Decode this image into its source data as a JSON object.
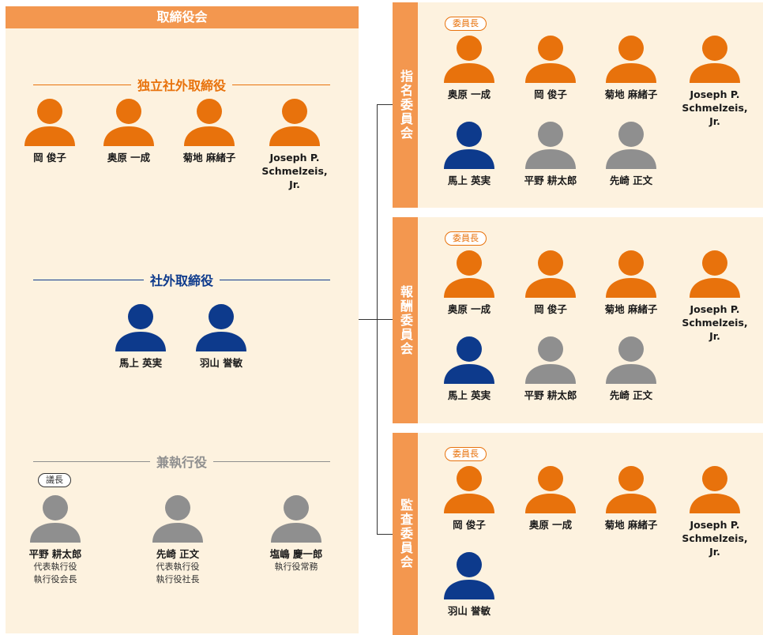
{
  "board": {
    "title": "取締役会",
    "sections": [
      {
        "title": "独立社外取締役",
        "color": "#e8720c",
        "members": [
          {
            "name": "岡 俊子",
            "color": "#e8720c"
          },
          {
            "name": "奥原 一成",
            "color": "#e8720c"
          },
          {
            "name": "菊地 麻緒子",
            "color": "#e8720c"
          },
          {
            "name": "Joseph P. Schmelzeis, Jr.",
            "color": "#e8720c"
          }
        ]
      },
      {
        "title": "社外取締役",
        "color": "#0d3a8c",
        "members": [
          {
            "name": "馬上 英実",
            "color": "#0d3a8c"
          },
          {
            "name": "羽山 誉敏",
            "color": "#0d3a8c"
          }
        ]
      },
      {
        "title": "兼執行役",
        "color": "#8f8f8f",
        "members": [
          {
            "name": "平野 耕太郎",
            "color": "#8f8f8f",
            "role_lines": [
              "代表執行役",
              "執行役会長"
            ],
            "badge": "議長"
          },
          {
            "name": "先崎 正文",
            "color": "#8f8f8f",
            "role_lines": [
              "代表執行役",
              "執行役社長"
            ]
          },
          {
            "name": "塩嶋 慶一郎",
            "color": "#8f8f8f",
            "role_lines": [
              "執行役常務"
            ]
          }
        ]
      }
    ]
  },
  "committees": [
    {
      "title": "指名委員会",
      "chair_badge": "委員長",
      "members": [
        {
          "name": "奥原 一成",
          "color": "#e8720c"
        },
        {
          "name": "岡 俊子",
          "color": "#e8720c"
        },
        {
          "name": "菊地 麻緒子",
          "color": "#e8720c"
        },
        {
          "name": "Joseph P. Schmelzeis, Jr.",
          "color": "#e8720c"
        },
        {
          "name": "馬上 英実",
          "color": "#0d3a8c"
        },
        {
          "name": "平野 耕太郎",
          "color": "#8f8f8f"
        },
        {
          "name": "先崎 正文",
          "color": "#8f8f8f"
        }
      ]
    },
    {
      "title": "報酬委員会",
      "chair_badge": "委員長",
      "members": [
        {
          "name": "奥原 一成",
          "color": "#e8720c"
        },
        {
          "name": "岡 俊子",
          "color": "#e8720c"
        },
        {
          "name": "菊地 麻緒子",
          "color": "#e8720c"
        },
        {
          "name": "Joseph P. Schmelzeis, Jr.",
          "color": "#e8720c"
        },
        {
          "name": "馬上 英実",
          "color": "#0d3a8c"
        },
        {
          "name": "平野 耕太郎",
          "color": "#8f8f8f"
        },
        {
          "name": "先崎 正文",
          "color": "#8f8f8f"
        }
      ]
    },
    {
      "title": "監査委員会",
      "chair_badge": "委員長",
      "members": [
        {
          "name": "岡 俊子",
          "color": "#e8720c"
        },
        {
          "name": "奥原 一成",
          "color": "#e8720c"
        },
        {
          "name": "菊地 麻緒子",
          "color": "#e8720c"
        },
        {
          "name": "Joseph P. Schmelzeis, Jr.",
          "color": "#e8720c"
        },
        {
          "name": "羽山 誉敏",
          "color": "#0d3a8c"
        }
      ]
    }
  ]
}
